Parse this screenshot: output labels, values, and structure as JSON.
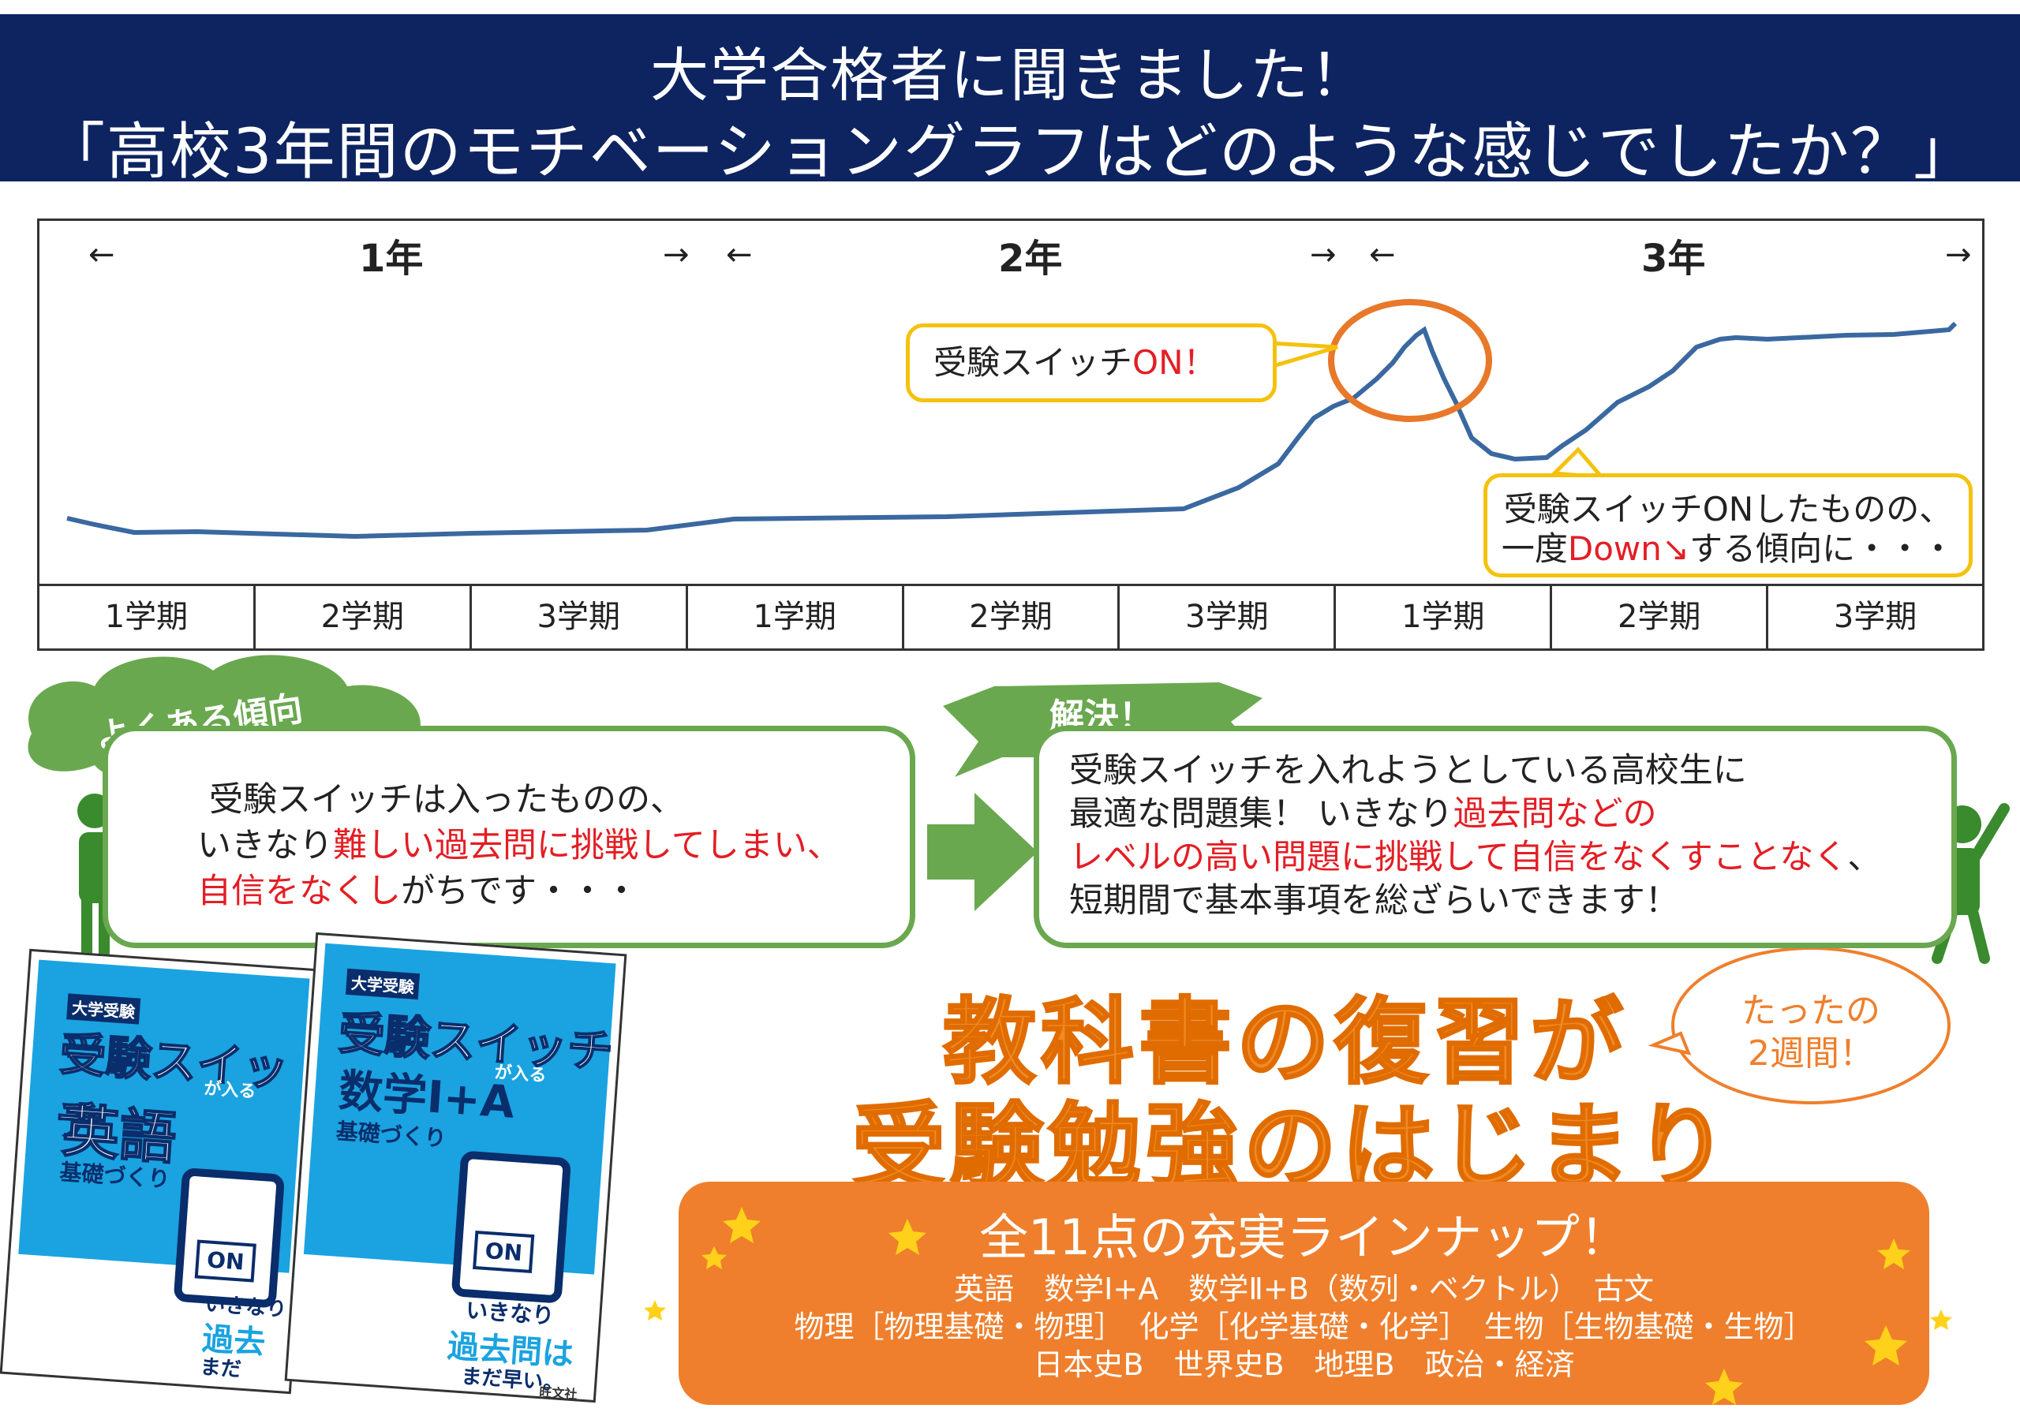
{
  "banner": {
    "line1": "大学合格者に聞きました！",
    "line2": "「高校3年間のモチベーショングラフはどのような感じでしたか？」"
  },
  "chart": {
    "years": [
      "1年",
      "2年",
      "3年"
    ],
    "arrow_left": "←",
    "arrow_right": "→",
    "terms": [
      "1学期",
      "2学期",
      "3学期",
      "1学期",
      "2学期",
      "3学期",
      "1学期",
      "2学期",
      "3学期"
    ],
    "callout_on": {
      "text": "受験スイッチ",
      "red": "ON！"
    },
    "callout_down": {
      "line1": "受験スイッチONしたものの、",
      "line2_a": "一度",
      "line2_red": "Down↘",
      "line2_b": "する傾向に・・・"
    },
    "line_color": "#3a68a0",
    "accent_circle_color": "#e8782a"
  },
  "trend": {
    "tag": "よくある傾向",
    "line1": "受験スイッチは入ったものの、",
    "line2_a": "いきなり",
    "line2_red": "難しい過去問に挑戦してしまい、",
    "line3_red": "自信をなくし",
    "line3_b": "がちです・・・"
  },
  "solution": {
    "tag": "解決！",
    "line1": "受験スイッチを入れようとしている高校生に",
    "line2_a": "最適な問題集！ いきなり",
    "line2_red": "過去問などの",
    "line3_red": "レベルの高い問題に挑戦して自信をなくすことなく",
    "line3_b": "、",
    "line4": "短期間で基本事項を総ざらいできます！"
  },
  "headline": {
    "line1": "教科書の復習が",
    "line2": "受験勉強のはじまり",
    "bubble": "たったの\n2週間！"
  },
  "lineup": {
    "title": "全11点の充実ラインナップ！",
    "row1": "英語　数学Ⅰ+A　数学Ⅱ+B（数列・ベクトル）　古文",
    "row2": "物理［物理基礎・物理］　化学［化学基礎・化学］　生物［生物基礎・生物］",
    "row3": "日本史B　世界史B　地理B　政治・経済"
  },
  "books": [
    {
      "series": "大学受験",
      "title": "受験スイッチ",
      "small": "が入る",
      "subject": "英語",
      "sub": "基礎づくり",
      "button": "ON",
      "footer1": "いきなり",
      "footer2": "過去",
      "footer3": "まだ"
    },
    {
      "series": "大学受験",
      "title": "受験スイッチ",
      "small": "が入る",
      "subject": "数学Ⅰ+A",
      "sub": "基礎づくり",
      "button": "ON",
      "footer1": "いきなり",
      "footer2": "過去問は",
      "footer3": "まだ早い。",
      "publisher": "旺文社"
    }
  ],
  "colors": {
    "banner": "#0d2461",
    "green": "#6aa84f",
    "orange": "#ef7f2c",
    "red": "#e31e24",
    "yellow": "#f4c20d",
    "blue_cover": "#1aa3e0"
  }
}
